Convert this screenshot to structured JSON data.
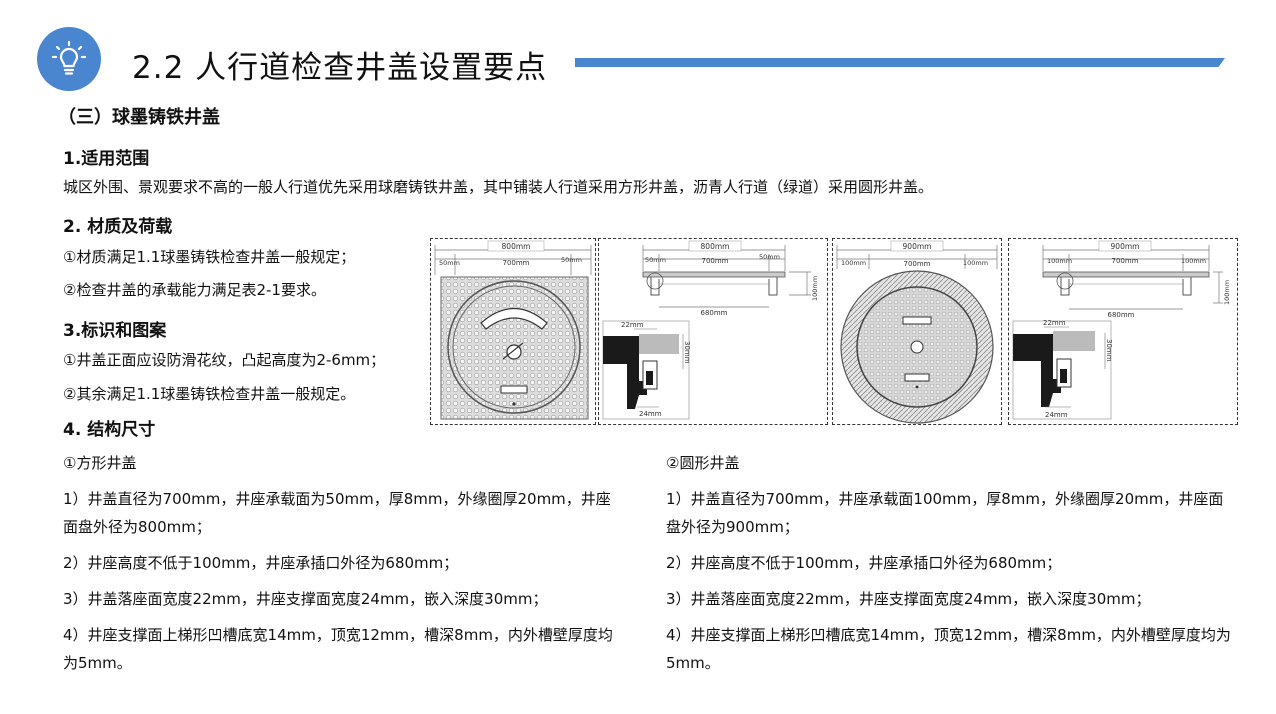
{
  "header": {
    "title": "2.2  人行道检查井盖设置要点",
    "logo_icon": "lightbulb-icon",
    "accent_color": "#4a86d0"
  },
  "subtitle": "（三）球墨铸铁井盖",
  "sections": {
    "scope": {
      "heading": "1.适用范围",
      "text": "城区外围、景观要求不高的一般人行道优先采用球磨铸铁井盖，其中铺装人行道采用方形井盖，沥青人行道（绿道）采用圆形井盖。"
    },
    "material": {
      "heading": "2. 材质及荷载",
      "items": [
        "①材质满足1.1球墨铸铁检查井盖一般规定；",
        "②检查井盖的承载能力满足表2-1要求。"
      ]
    },
    "marking": {
      "heading": "3.标识和图案",
      "items": [
        "①井盖正面应设防滑花纹，凸起高度为2-6mm；",
        "②其余满足1.1球墨铸铁检查井盖一般规定。"
      ]
    },
    "structure": {
      "heading": "4. 结构尺寸",
      "square": {
        "label": "①方形井盖",
        "items": [
          "1）井盖直径为700mm，井座承载面为50mm，厚8mm，外缘圈厚20mm，井座面盘外径为800mm；",
          "2）井座高度不低于100mm，井座承插口外径为680mm；",
          "3）井盖落座面宽度22mm，井座支撑面宽度24mm，嵌入深度30mm；",
          "4）井座支撑面上梯形凹槽底宽14mm，顶宽12mm，槽深8mm，内外槽壁厚度均为5mm。"
        ]
      },
      "round": {
        "label": "②圆形井盖",
        "items": [
          "1）井盖直径为700mm，井座承载面100mm，厚8mm，外缘圈厚20mm，井座面盘外径为900mm；",
          "2）井座高度不低于100mm，井座承插口外径为680mm；",
          "3）井盖落座面宽度22mm，井座支撑面宽度24mm，嵌入深度30mm；",
          "4）井座支撑面上梯形凹槽底宽14mm，顶宽12mm，槽深8mm，内外槽壁厚度均为5mm。"
        ]
      }
    }
  },
  "figures": {
    "square_plan": {
      "dim_total": "800mm",
      "dim_cover": "700mm",
      "dim_left": "50mm",
      "dim_right": "50mm"
    },
    "square_section": {
      "dim_total": "800mm",
      "dim_cover": "700mm",
      "dim_left": "50mm",
      "dim_right": "50mm",
      "dim_height": "100mm",
      "dim_spigot": "680mm",
      "detail_top": "22mm",
      "detail_depth": "30mm",
      "detail_bottom": "24mm"
    },
    "round_plan": {
      "dim_total": "900mm",
      "dim_cover": "700mm",
      "dim_left": "100mm",
      "dim_right": "100mm"
    },
    "round_section": {
      "dim_total": "900mm",
      "dim_cover": "700mm",
      "dim_left": "100mm",
      "dim_right": "100mm",
      "dim_height": "100mm",
      "dim_spigot": "680mm",
      "detail_top": "22mm",
      "detail_depth": "30mm",
      "detail_bottom": "24mm"
    }
  }
}
